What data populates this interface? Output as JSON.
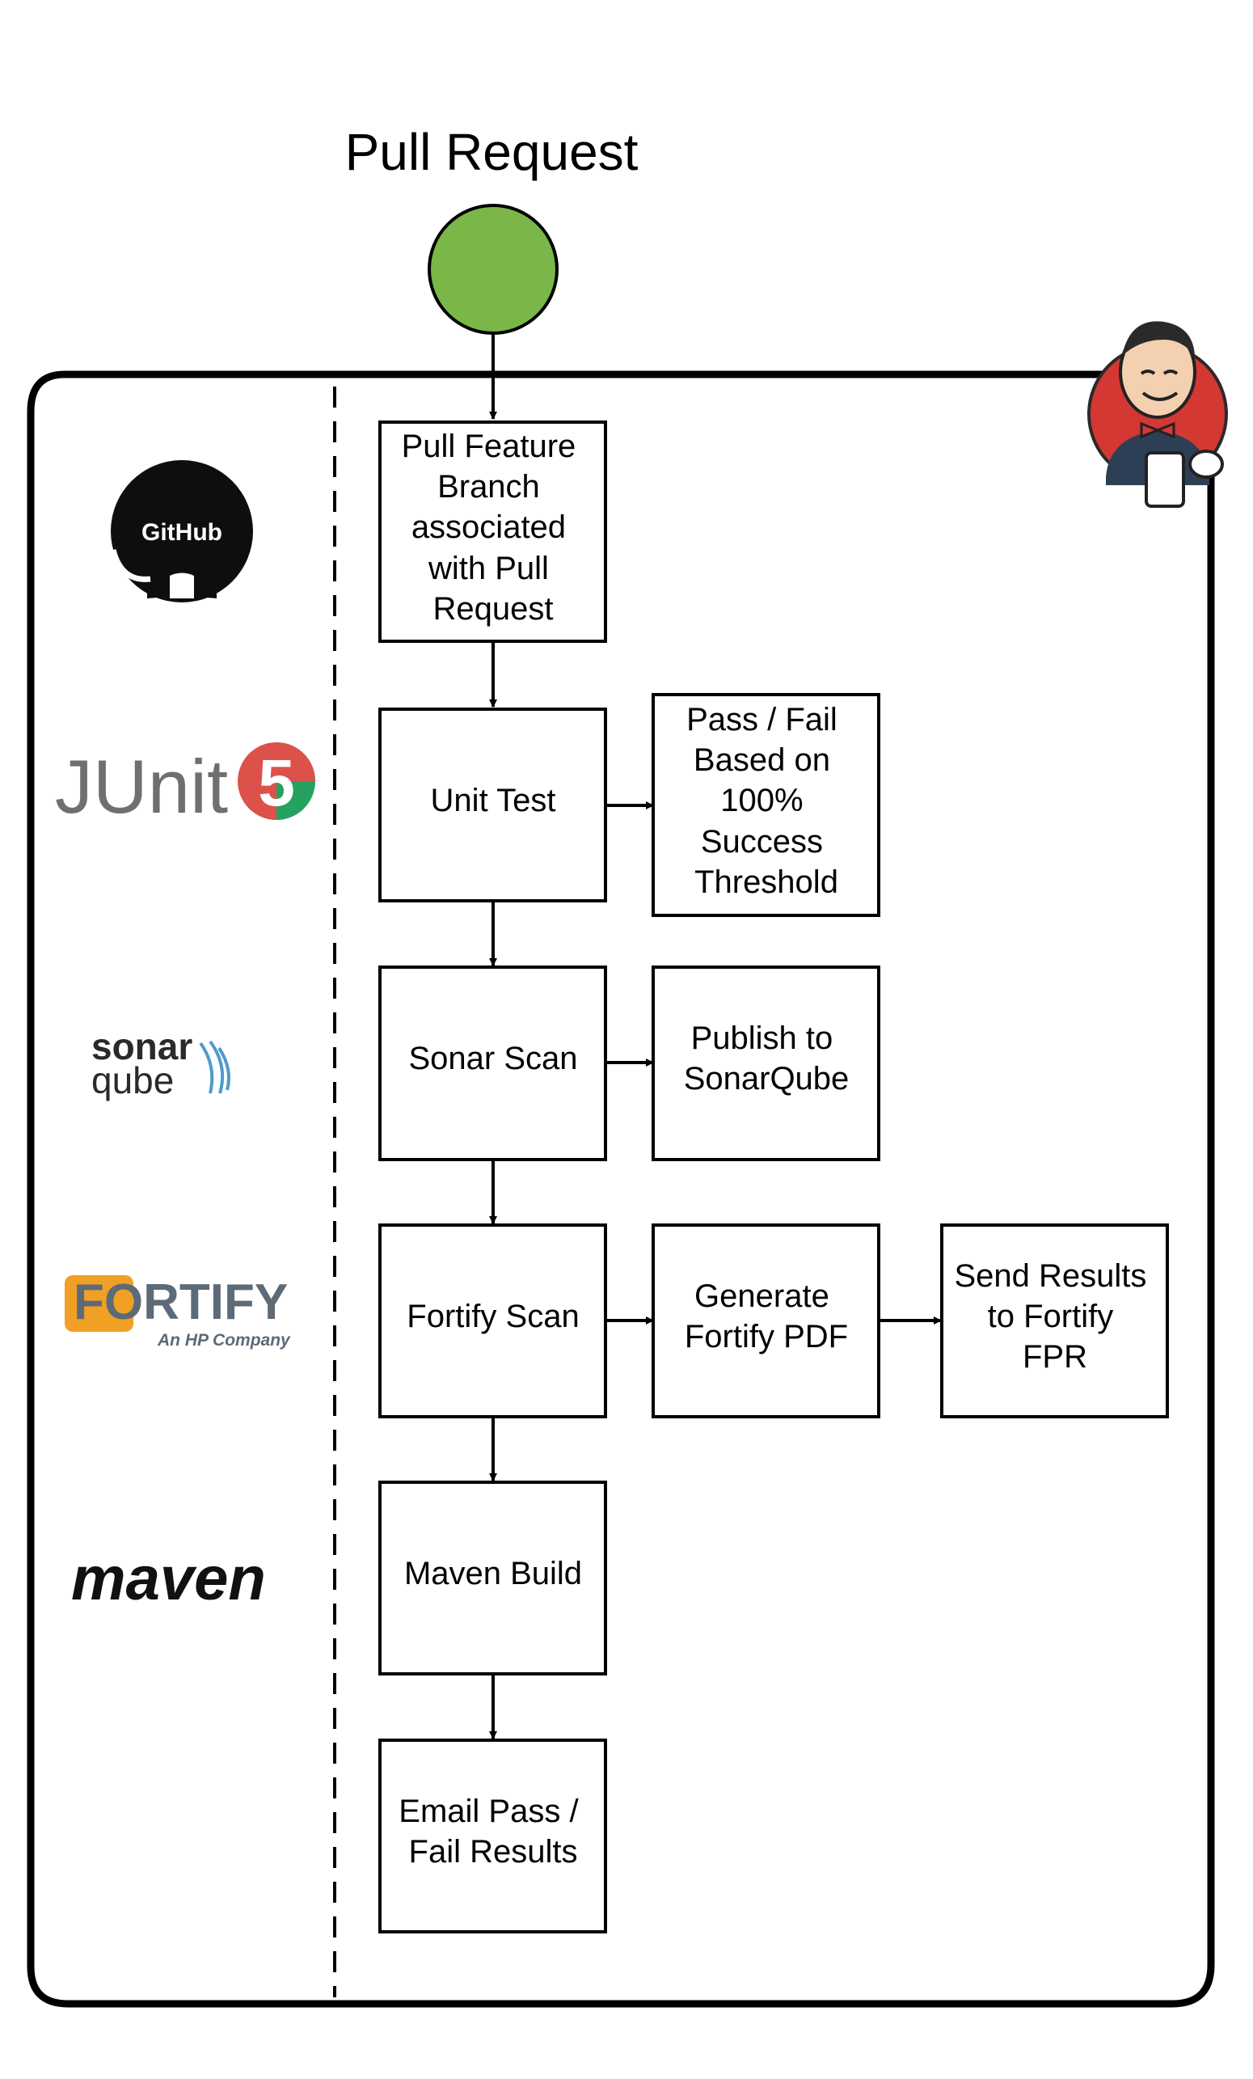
{
  "title": "Pull Request",
  "colors": {
    "start_node": "#7ab648",
    "junit_five_red": "#dc524a",
    "junit_five_green": "#25a162",
    "maven_accent": "#f07a1c",
    "fortify_orange": "#f0a024",
    "jenkins_red": "#d33833"
  },
  "logos": {
    "github": "GitHub",
    "junit": "JUnit",
    "junit_version": "5",
    "sonar_top": "sonar",
    "sonar_bottom": "qube",
    "fortify": "FORTIFY",
    "fortify_sub": "An HP Company",
    "maven": "maven"
  },
  "icons": [
    "github-logo",
    "junit5-logo",
    "sonarqube-logo",
    "fortify-logo",
    "maven-logo",
    "jenkins-mascot-icon"
  ],
  "nodes": {
    "pull_feature": [
      "Pull Feature",
      "Branch",
      "associated",
      "with Pull",
      "Request"
    ],
    "unit_test": [
      "Unit Test"
    ],
    "pass_fail": [
      "Pass / Fail",
      "Based on",
      "100%",
      "Success",
      "Threshold"
    ],
    "sonar_scan": [
      "Sonar Scan"
    ],
    "publish_sonar": [
      "Publish to",
      "SonarQube"
    ],
    "fortify_scan": [
      "Fortify Scan"
    ],
    "generate_pdf": [
      "Generate",
      "Fortify PDF"
    ],
    "send_results": [
      "Send Results",
      "to Fortify",
      "FPR"
    ],
    "maven_build": [
      "Maven Build"
    ],
    "email_results": [
      "Email Pass /",
      "Fail Results"
    ]
  }
}
